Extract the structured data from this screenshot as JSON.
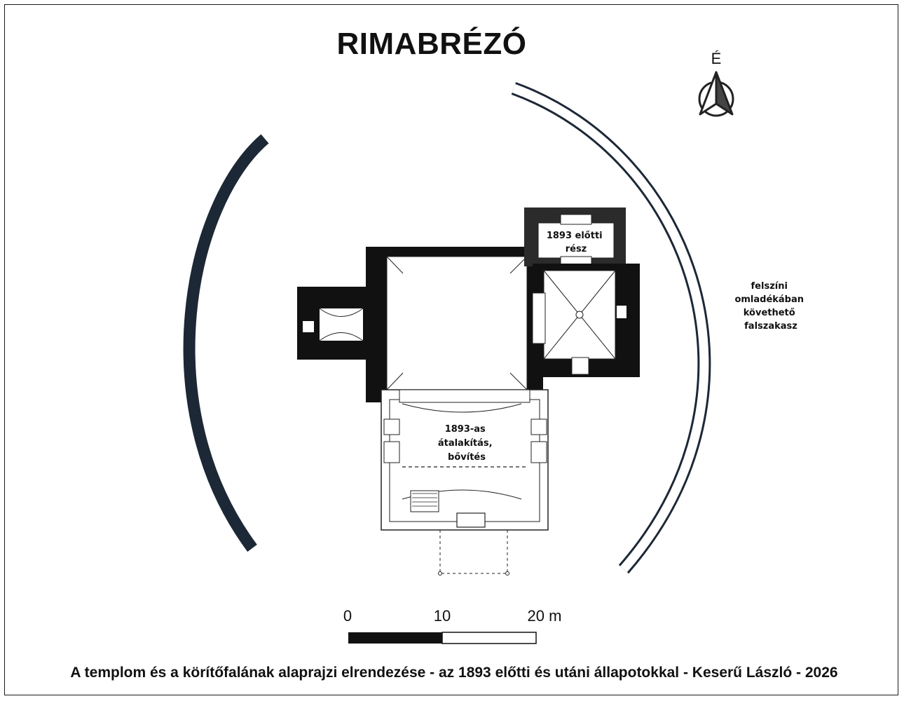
{
  "title": "RIMABRÉZÓ",
  "north": {
    "label": "É"
  },
  "labels": {
    "tower_old": [
      "1893 előtti",
      "rész"
    ],
    "nave_new": [
      "1893-as",
      "átalakítás,",
      "bővítés"
    ],
    "wall_note": [
      "felszíni",
      "omladékában",
      "követhető",
      "falszakasz"
    ]
  },
  "scale_bar": {
    "ticks": [
      "0",
      "10",
      "20 m"
    ]
  },
  "caption": "A templom és a körítőfalának alaprajzi elrendezése - az 1893 előtti és utáni állapotokkal - Keserű László - 2026",
  "colors": {
    "wall": "#1c2836",
    "masonry": "#111111",
    "line": "#222222"
  }
}
